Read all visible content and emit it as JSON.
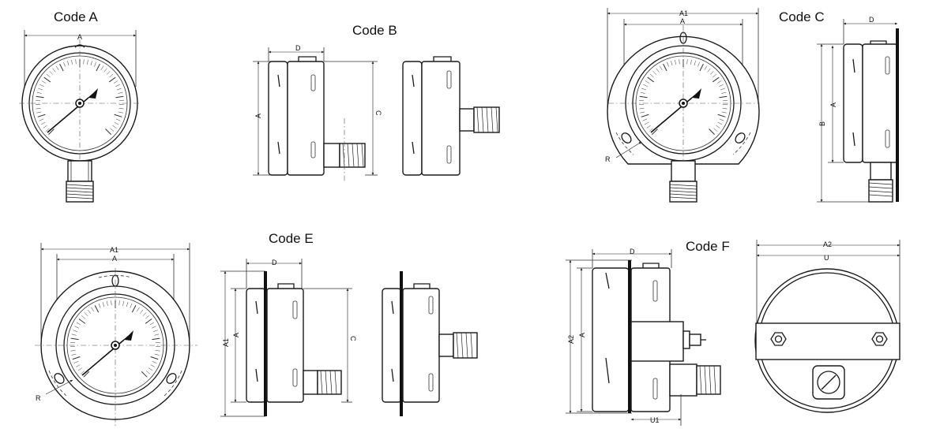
{
  "titles": {
    "code_a": "Code A",
    "code_b": "Code B",
    "code_c": "Code C",
    "code_e": "Code E",
    "code_f": "Code F"
  },
  "dimension_labels": {
    "a": "A",
    "a1": "A1",
    "a2": "A2",
    "b": "B",
    "c": "C",
    "d": "D",
    "r": "R",
    "u": "U",
    "u1": "U1"
  }
}
